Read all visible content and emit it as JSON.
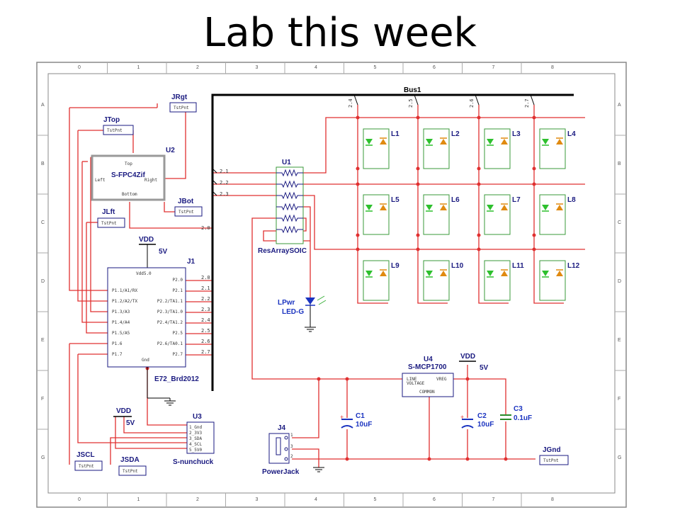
{
  "title": "Lab this week",
  "grid": {
    "cols": [
      "0",
      "1",
      "2",
      "3",
      "4",
      "5",
      "6",
      "7",
      "8"
    ],
    "rows": [
      "A",
      "B",
      "C",
      "D",
      "E",
      "F",
      "G"
    ]
  },
  "bus": "Bus1",
  "test_points": {
    "label": "TstPnt",
    "names": [
      "JRgt",
      "JTop",
      "JBot",
      "JLft",
      "JSCL",
      "JSDA",
      "JGnd"
    ]
  },
  "u2": {
    "ref": "U2",
    "part": "S-FPC4Zif",
    "pins": [
      "Top",
      "Left",
      "Right",
      "Bottom"
    ]
  },
  "j1": {
    "ref": "J1",
    "part": "E72_Brd2012",
    "top": "Vdd5.0",
    "gnd": "Gnd",
    "left": [
      "P1.1/A1/RX",
      "P1.2/A2/TX",
      "P1.3/A3",
      "P1.4/A4",
      "P1.5/A5",
      "P1.6",
      "P1.7"
    ],
    "right": [
      "P2.0",
      "P2.1",
      "P2.2/TA1.1",
      "P2.3/TA1.0",
      "P2.4/TA1.2",
      "P2.5",
      "P2.6/TA0.1",
      "P2.7"
    ]
  },
  "nets": [
    "2.0",
    "2.1",
    "2.2",
    "2.3",
    "2.4",
    "2.5",
    "2.6",
    "2.7"
  ],
  "vdd": {
    "name": "VDD",
    "volt": "5V"
  },
  "u1": {
    "ref": "U1",
    "part": "ResArraySOIC"
  },
  "leds": [
    "L1",
    "L2",
    "L3",
    "L4",
    "L5",
    "L6",
    "L7",
    "L8",
    "L9",
    "L10",
    "L11",
    "L12"
  ],
  "lpwr": {
    "ref": "LPwr",
    "part": "LED-G"
  },
  "u3": {
    "ref": "U3",
    "part": "S-nunchuck",
    "pins": [
      "1_Gnd",
      "2_3V3",
      "3_SDA",
      "4_SCL",
      "5_5V0"
    ]
  },
  "u4": {
    "ref": "U4",
    "part": "S-MCP1700",
    "line": "LINE",
    "voltage": "VOLTAGE",
    "vreg": "VREG",
    "common": "COMMON"
  },
  "caps": [
    {
      "ref": "C1",
      "val": "10uF"
    },
    {
      "ref": "C2",
      "val": "10uF"
    },
    {
      "ref": "C3",
      "val": "0.1uF"
    }
  ],
  "j4": {
    "ref": "J4",
    "part": "PowerJack",
    "pins": [
      "1",
      "3",
      "2"
    ]
  },
  "colors": {
    "wire": "#e03030",
    "bus": "#000000",
    "part": "#1a1a80",
    "led_box": "#3a9a3a"
  }
}
